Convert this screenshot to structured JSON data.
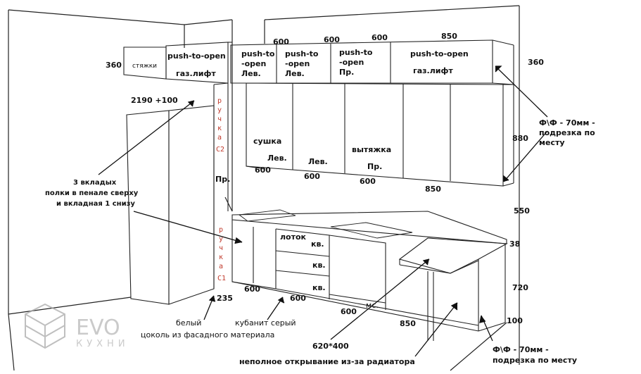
{
  "upper_cabinets": {
    "left_label_stjazhki": "стяжки",
    "push1": "push-to-open",
    "gaz1": "газ.лифт",
    "pto_a_1": "push-to",
    "pto_a_2": "-open",
    "pto_a_3": "Лев.",
    "pto_b_1": "push-to",
    "pto_b_2": "-open",
    "pto_b_3": "Лев.",
    "pto_c_1": "push-to",
    "pto_c_2": "-open",
    "pto_c_3": "Пр.",
    "push2": "push-to-open",
    "gaz2": "газ.лифт",
    "sushka": "сушка",
    "lev1": "Лев.",
    "lev2": "Лев.",
    "vytyazhka": "вытяжка",
    "pr1": "Пр."
  },
  "dimensions": {
    "d600a": "600",
    "d600b": "600",
    "d600c": "600",
    "d850top": "850",
    "d360left": "360",
    "d360right": "360",
    "d2190": "2190 +100",
    "d880": "880",
    "d600_u1": "600",
    "d600_u2": "600",
    "d600_u3": "600",
    "d850_u": "850",
    "d550": "550",
    "d38": "38",
    "d720": "720",
    "d100": "100",
    "d235": "235",
    "d600_l1": "600",
    "d600_l2": "600",
    "d600_l3": "600",
    "d850_l": "850",
    "d620x400": "620*400"
  },
  "annotations": {
    "ff_top_1": "Ф\\Ф  - 70мм -",
    "ff_top_2": "подрезка по",
    "ff_top_3": "месту",
    "shelves_1": "3 вкладых",
    "shelves_2": "полки в пенале сверху",
    "shelves_3": "и вкладная 1 снизу",
    "pr_side": "Пр.",
    "handle_c2": [
      "р",
      "у",
      "ч",
      "к",
      "а",
      "С2"
    ],
    "handle_c1": [
      "р",
      "у",
      "ч",
      "к",
      "а",
      "С1"
    ],
    "lotok": "лоток",
    "kv1": "кв.",
    "kv2": "кв.",
    "kv3": "кв.",
    "ms": "мс.",
    "belyi": "белый",
    "kubanit": "кубанит серый",
    "tsokol": "цоколь из фасадного материала",
    "radiator": "неполное открывание из-за радиатора",
    "ff_bot_1": "Ф\\Ф  - 70мм -",
    "ff_bot_2": "подрезка по месту"
  },
  "logo": {
    "name": "EVO",
    "sub": "КУХНИ"
  }
}
